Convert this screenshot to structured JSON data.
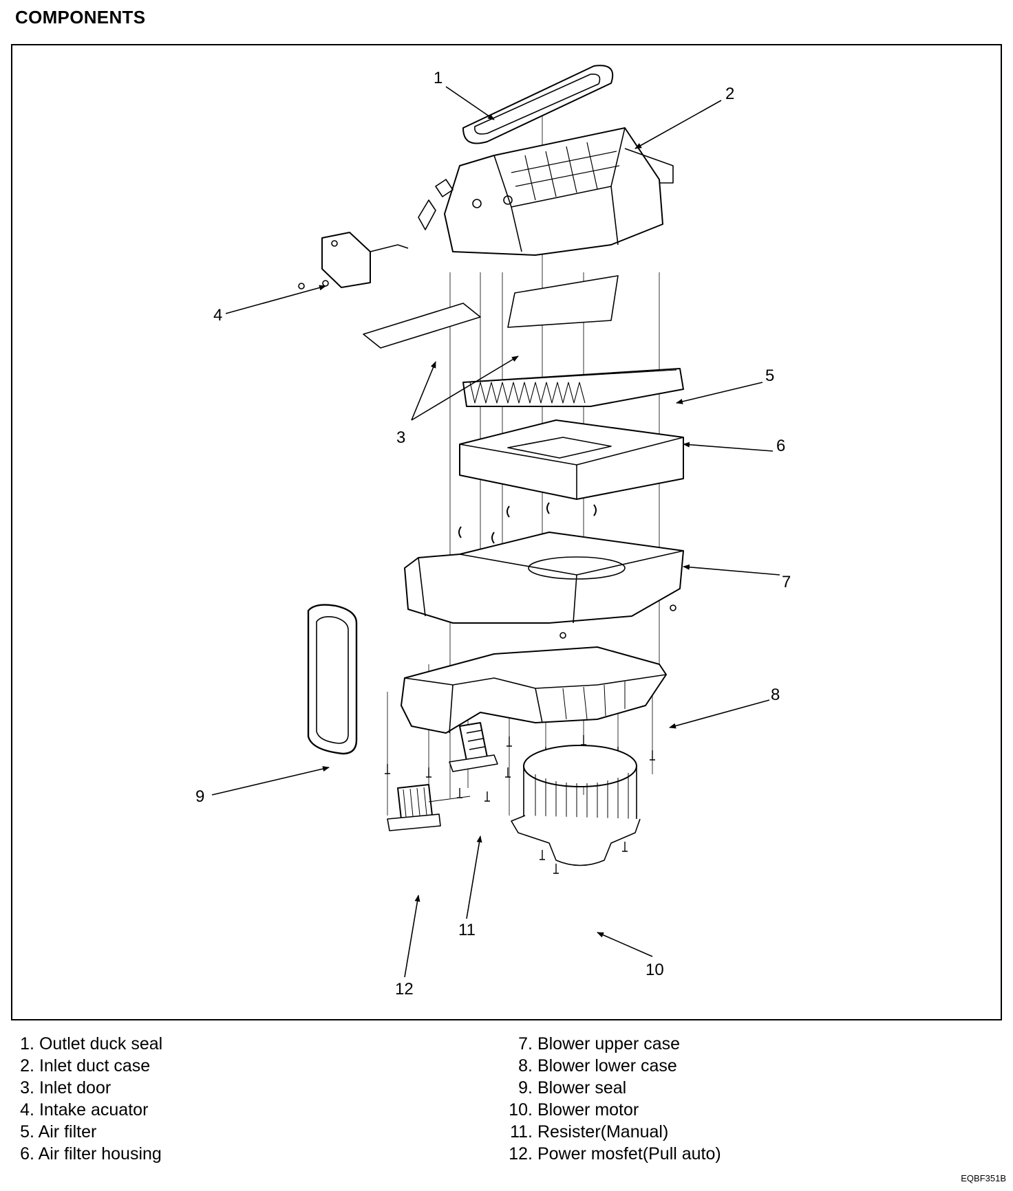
{
  "title": "COMPONENTS",
  "callouts": [
    "1",
    "2",
    "3",
    "4",
    "5",
    "6",
    "7",
    "8",
    "9",
    "10",
    "11",
    "12"
  ],
  "legend": [
    {
      "num": "1.",
      "text": "Outlet duck seal"
    },
    {
      "num": "2.",
      "text": "Inlet duct case"
    },
    {
      "num": "3.",
      "text": "Inlet door"
    },
    {
      "num": "4.",
      "text": "Intake acuator"
    },
    {
      "num": "5.",
      "text": "Air filter"
    },
    {
      "num": "6.",
      "text": "Air filter housing"
    },
    {
      "num": "7.",
      "text": "Blower upper case"
    },
    {
      "num": "8.",
      "text": "Blower lower case"
    },
    {
      "num": "9.",
      "text": "Blower seal"
    },
    {
      "num": "10.",
      "text": "Blower motor"
    },
    {
      "num": "11.",
      "text": "Resister(Manual)"
    },
    {
      "num": "12.",
      "text": "Power mosfet(Pull auto)"
    }
  ],
  "figure_code": "EQBF351B"
}
